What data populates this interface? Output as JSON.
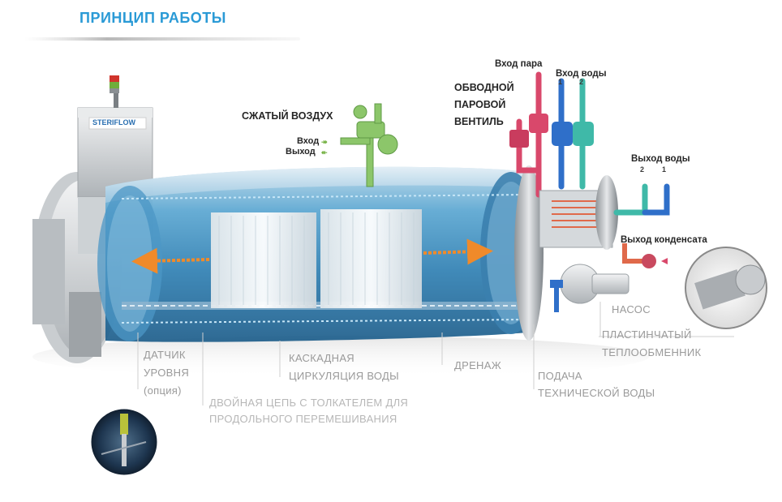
{
  "title": "ПРИНЦИП РАБОТЫ",
  "brand_logo_text": "STERIFLOW",
  "labels": {
    "compressed_air": "СЖАТЫЙ ВОЗДУХ",
    "air_in": "Вход",
    "air_out": "Выход",
    "steam_in": "Вход пара",
    "water_in": "Вход воды",
    "bypass_valve_line1": "ОБВОДНОЙ",
    "bypass_valve_line2": "ПАРОВОЙ",
    "bypass_valve_line3": "ВЕНТИЛЬ",
    "water_out": "Выход воды",
    "condensate_out": "Выход конденсата",
    "pump": "НАСОС",
    "heat_exchanger_line1": "ПЛАСТИНЧАТЫЙ",
    "heat_exchanger_line2": "ТЕПЛООБМЕННИК",
    "tech_water_line1": "ПОДАЧА",
    "tech_water_line2": "ТЕХНИЧЕСКОЙ ВОДЫ",
    "drainage": "ДРЕНАЖ",
    "cascade_line1": "КАСКАДНАЯ",
    "cascade_line2": "ЦИРКУЛЯЦИЯ ВОДЫ",
    "level_sensor_line1": "ДАТЧИК",
    "level_sensor_line2": "УРОВНЯ",
    "level_sensor_line3": "(опция)",
    "chain_line1": "ДВОЙНАЯ ЦЕПЬ С ТОЛКАТЕЛЕМ ДЛЯ",
    "chain_line2": "ПРОДОЛЬНОГО ПЕРЕМЕШИВАНИЯ"
  },
  "numbers": {
    "water_in_1": "1",
    "water_in_2": "2",
    "water_out_2": "2",
    "water_out_1": "1"
  },
  "colors": {
    "title": "#2a9ad6",
    "steam": "#d9486b",
    "water_blue": "#2f6fc9",
    "water_teal": "#3fb9a8",
    "air_green": "#8cc66a",
    "flow_arrow": "#f08a2a",
    "vessel_blue": "#3e8fbf"
  },
  "icons": [
    "signal-light-icon",
    "level-sensor-photo",
    "heat-exchanger-photo"
  ]
}
